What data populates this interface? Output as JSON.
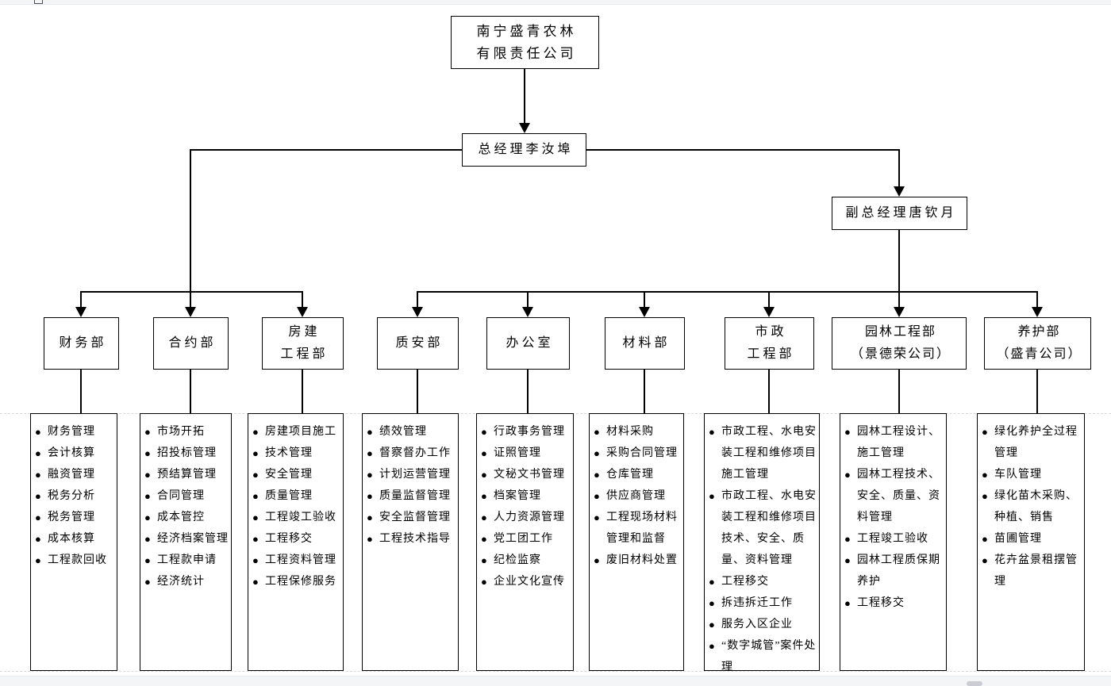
{
  "icons": {
    "bullet": "●"
  },
  "org_chart": {
    "company": {
      "lines": [
        "南宁盛青农林",
        "有限责任公司"
      ]
    },
    "general_manager": {
      "label": "总经理李汝埠"
    },
    "deputy_general_manager": {
      "label": "副总经理唐钦月"
    },
    "departments": [
      {
        "name": "财务部",
        "lines": [
          "财务部"
        ],
        "duties": [
          "财务管理",
          "会计核算",
          "融资管理",
          "税务分析",
          "税务管理",
          "成本核算",
          "工程款回收"
        ]
      },
      {
        "name": "合约部",
        "lines": [
          "合约部"
        ],
        "duties": [
          "市场开拓",
          "招投标管理",
          "预结算管理",
          "合同管理",
          "成本管控",
          "经济档案管理",
          "工程款申请",
          "经济统计"
        ]
      },
      {
        "name": "房建工程部",
        "lines": [
          "房建",
          "工程部"
        ],
        "duties": [
          "房建项目施工",
          "技术管理",
          "安全管理",
          "质量管理",
          "工程竣工验收",
          "工程移交",
          "工程资料管理",
          "工程保修服务"
        ]
      },
      {
        "name": "质安部",
        "lines": [
          "质安部"
        ],
        "duties": [
          "绩效管理",
          "督察督办工作",
          "计划运营管理",
          "质量监督管理",
          "安全监督管理",
          "工程技术指导"
        ]
      },
      {
        "name": "办公室",
        "lines": [
          "办公室"
        ],
        "duties": [
          "行政事务管理",
          "证照管理",
          "文秘文书管理",
          "档案管理",
          "人力资源管理",
          "党工团工作",
          "纪检监察",
          "企业文化宣传"
        ]
      },
      {
        "name": "材料部",
        "lines": [
          "材料部"
        ],
        "duties": [
          "材料采购",
          "采购合同管理",
          "仓库管理",
          "供应商管理",
          "工程现场材料管理和监督",
          "废旧材料处置"
        ]
      },
      {
        "name": "市政工程部",
        "lines": [
          "市政",
          "工程部"
        ],
        "duties": [
          "市政工程、水电安装工程和维修项目施工管理",
          "市政工程、水电安装工程和维修项目技术、安全、质量、资料管理",
          "工程移交",
          "拆违拆迁工作",
          "服务入区企业",
          "“数字城管”案件处理"
        ]
      },
      {
        "name": "园林工程部（景德荣公司）",
        "lines": [
          "园林工程部",
          "（景德荣公司）"
        ],
        "duties": [
          "园林工程设计、施工管理",
          "园林工程技术、安全、质量、资料管理",
          "工程竣工验收",
          "园林工程质保期养护",
          "工程移交"
        ]
      },
      {
        "name": "养护部（盛青公司）",
        "lines": [
          "养护部",
          "（盛青公司）"
        ],
        "duties": [
          "绿化养护全过程管理",
          "车队管理",
          "绿化苗木采购、种植、销售",
          "苗圃管理",
          "花卉盆景租摆管理"
        ]
      }
    ]
  }
}
